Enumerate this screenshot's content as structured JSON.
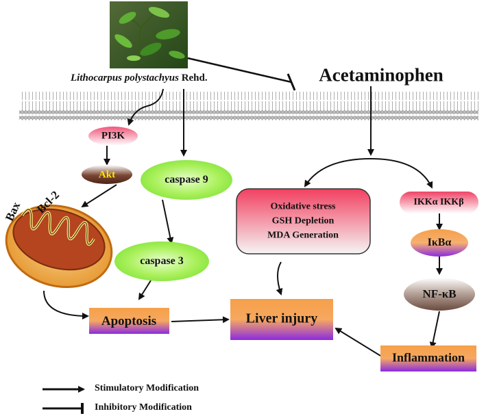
{
  "plant": {
    "name_italic": "Lithocarpus polystachyus",
    "name_suffix": "Rehd.",
    "image_icon": "plant-photo"
  },
  "drug": {
    "label": "Acetaminophen"
  },
  "left_pathway": {
    "pi3k": "PI3K",
    "akt": "Akt",
    "bax": "Bax",
    "bcl2": "Bcl-2",
    "mitochondrion_icon": "mitochondrion-icon"
  },
  "caspases": {
    "caspase9": "caspase 9",
    "caspase3": "caspase 3"
  },
  "oxidative": {
    "lines": [
      "Oxidative stress",
      "GSH Depletion",
      "MDA Generation"
    ]
  },
  "nfkb_pathway": {
    "ikk": "IKKα IKKβ",
    "ikba": "IκBα",
    "nfkb": "NF-κB",
    "inflammation": "Inflammation"
  },
  "outcomes": {
    "apoptosis": "Apoptosis",
    "liver_injury": "Liver injury"
  },
  "legend": {
    "stimulatory": "Stimulatory Modification",
    "inhibitory": "Inhibitory Modification"
  },
  "colors": {
    "pink": "#f0567a",
    "brown": "#6b3a2a",
    "green": "#7fe23a",
    "orange": "#f5a04a",
    "purple": "#8a2be2",
    "membrane": "#c8c8c8"
  }
}
